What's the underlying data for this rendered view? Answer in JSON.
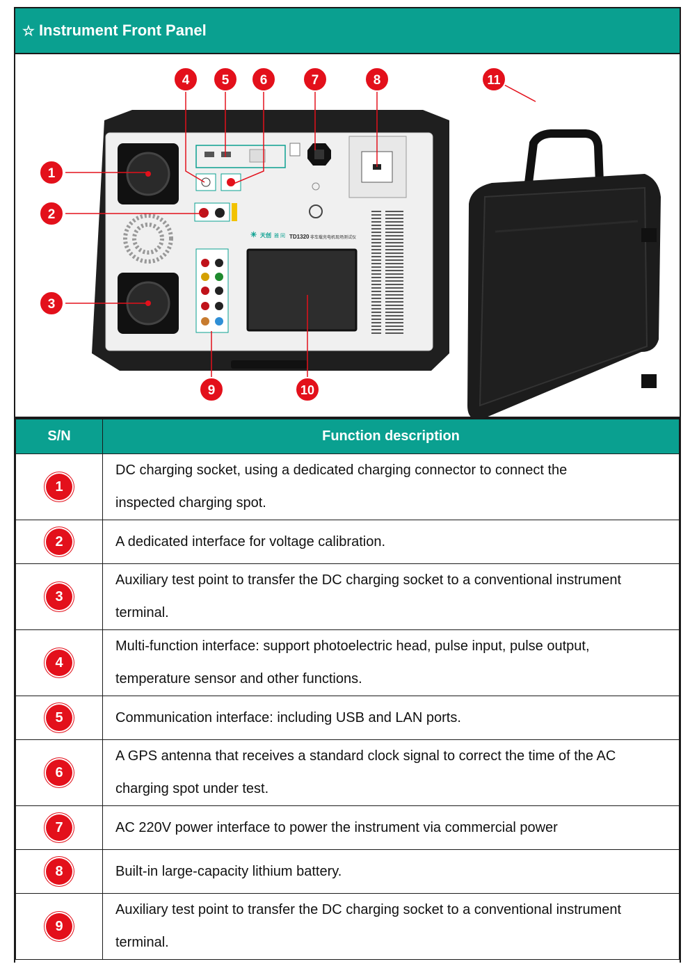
{
  "header": {
    "star": "☆",
    "title": "Instrument Front Panel"
  },
  "figure": {
    "callouts": [
      "1",
      "2",
      "3",
      "4",
      "5",
      "6",
      "7",
      "8",
      "9",
      "10",
      "11"
    ],
    "device": {
      "model": "TD1320",
      "model_subtitle": "非车载充电机现场测试仪",
      "brand": "天创",
      "brand_rest": "雅 同"
    },
    "colors": {
      "accent": "#0aa090",
      "callout": "#e3101b",
      "case": "#1f1f1f",
      "panel": "#f0f0f0"
    }
  },
  "table": {
    "headers": {
      "sn": "S/N",
      "desc": "Function description"
    },
    "rows": [
      {
        "n": "1",
        "lines": [
          "DC charging socket, using a dedicated charging connector to connect the",
          "inspected charging spot."
        ]
      },
      {
        "n": "2",
        "lines": [
          "A dedicated interface for voltage calibration."
        ]
      },
      {
        "n": "3",
        "lines": [
          "Auxiliary test point to transfer the DC charging socket to a conventional instrument",
          "terminal."
        ]
      },
      {
        "n": "4",
        "lines": [
          "Multi-function interface: support photoelectric head, pulse input, pulse output,",
          "temperature sensor and other functions."
        ]
      },
      {
        "n": "5",
        "lines": [
          "Communication interface: including USB and LAN ports."
        ]
      },
      {
        "n": "6",
        "lines": [
          "A GPS antenna that receives a standard clock signal to correct the time of the AC",
          "charging spot under test."
        ]
      },
      {
        "n": "7",
        "lines": [
          "AC 220V power interface to power the instrument via commercial power"
        ]
      },
      {
        "n": "8",
        "lines": [
          "Built-in large-capacity lithium battery."
        ]
      },
      {
        "n": "9",
        "lines": [
          "Auxiliary test point to transfer the DC charging socket to a conventional instrument",
          "terminal."
        ]
      }
    ]
  }
}
